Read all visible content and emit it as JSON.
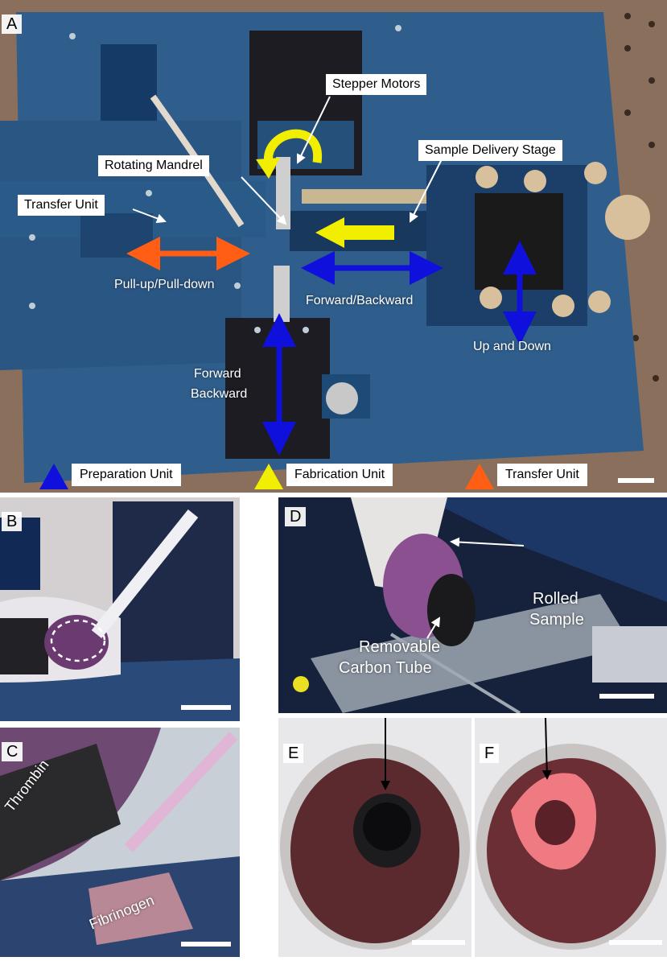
{
  "panel_labels": {
    "a": "A",
    "b": "B",
    "c": "C",
    "d": "D",
    "e": "E",
    "f": "F"
  },
  "panel_a": {
    "callouts": {
      "stepper_motors": "Stepper Motors",
      "rotating_mandrel": "Rotating Mandrel",
      "sample_delivery_stage": "Sample Delivery Stage",
      "transfer_unit": "Transfer Unit"
    },
    "motions": {
      "pull": "Pull-up/Pull-down",
      "forward_backward": "Forward/Backward",
      "forward": "Forward",
      "backward": "Backward",
      "up_down": "Up and Down"
    },
    "legend": [
      {
        "label": "Preparation Unit",
        "color": "#1010dd"
      },
      {
        "label": "Fabrication Unit",
        "color": "#f2ee00"
      },
      {
        "label": "Transfer Unit",
        "color": "#ff5e14"
      }
    ]
  },
  "panel_c": {
    "thrombin": "Thrombin",
    "fibrinogen": "Fibrinogen"
  },
  "panel_d": {
    "removable_line1": "Removable",
    "removable_line2": "Carbon Tube",
    "rolled_line1": "Rolled",
    "rolled_line2": "Sample"
  },
  "colors": {
    "blue_arrow": "#1010dd",
    "yellow_arrow": "#f2ee00",
    "orange_arrow": "#ff5e14"
  }
}
